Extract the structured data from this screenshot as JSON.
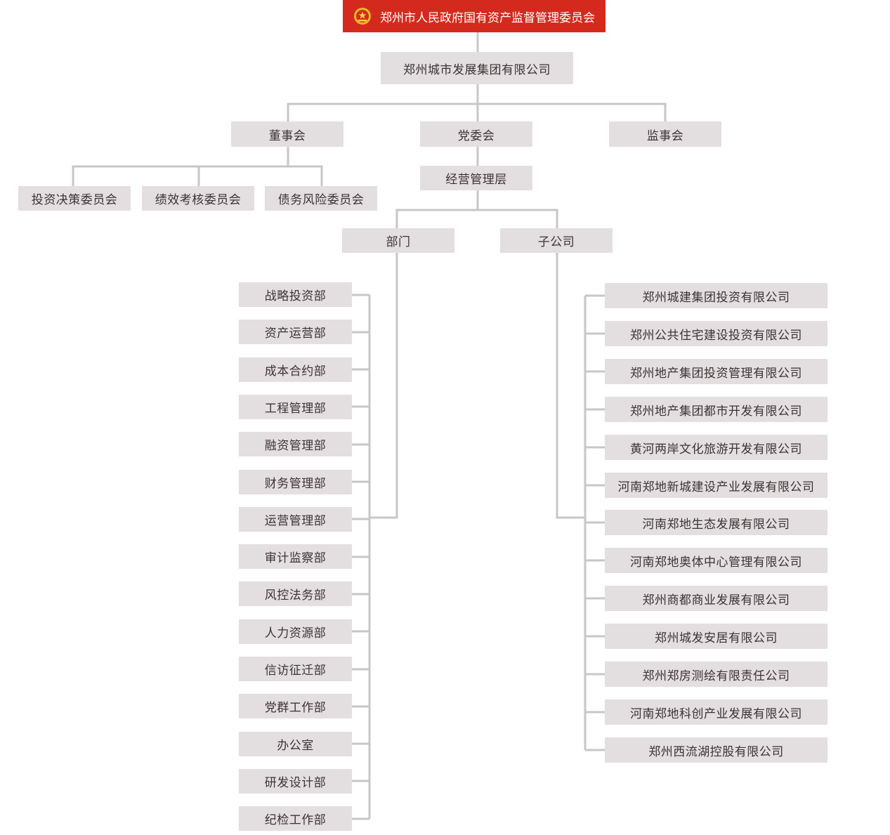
{
  "top": {
    "label": "郑州市人民政府国有资产监督管理委员会",
    "icon": "national-emblem-icon",
    "color": "#d42a1d"
  },
  "group": "郑州城市发展集团有限公司",
  "level2": {
    "board": "董事会",
    "party": "党委会",
    "supervisors": "监事会"
  },
  "committees": [
    "投资决策委员会",
    "绩效考核委员会",
    "债务风险委员会"
  ],
  "management": "经营管理层",
  "branches": {
    "departments": "部门",
    "subsidiaries": "子公司"
  },
  "departments": [
    "战略投资部",
    "资产运营部",
    "成本合约部",
    "工程管理部",
    "融资管理部",
    "财务管理部",
    "运营管理部",
    "审计监察部",
    "风控法务部",
    "人力资源部",
    "信访征迁部",
    "党群工作部",
    "办公室",
    "研发设计部",
    "纪检工作部"
  ],
  "subsidiaries": [
    "郑州城建集团投资有限公司",
    "郑州公共住宅建设投资有限公司",
    "郑州地产集团投资管理有限公司",
    "郑州地产集团都市开发有限公司",
    "黄河两岸文化旅游开发有限公司",
    "河南郑地新城建设产业发展有限公司",
    "河南郑地生态发展有限公司",
    "河南郑地奥体中心管理有限公司",
    "郑州商都商业发展有限公司",
    "郑州城发安居有限公司",
    "郑州郑房测绘有限责任公司",
    "河南郑地科创产业发展有限公司",
    "郑州西流湖控股有限公司"
  ],
  "colors": {
    "box": "#e3dedf",
    "line": "#c8c6c6",
    "text": "#3b3335"
  }
}
